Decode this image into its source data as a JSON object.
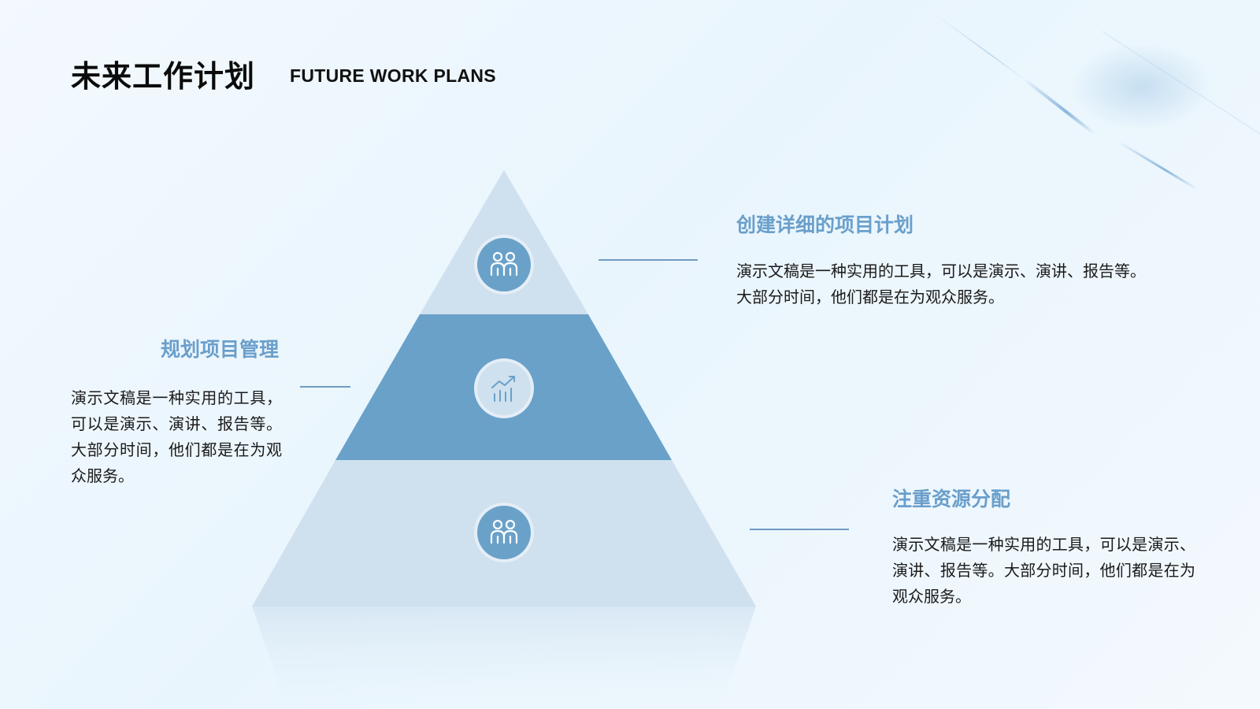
{
  "header": {
    "title_cn": "未来工作计划",
    "title_en": "FUTURE WORK PLANS"
  },
  "pyramid": {
    "levels": [
      {
        "level": "top",
        "icon": "people-icon"
      },
      {
        "level": "middle",
        "icon": "bar-chart-trend-icon"
      },
      {
        "level": "bottom",
        "icon": "people-icon"
      }
    ]
  },
  "blocks": {
    "right_top": {
      "title": "创建详细的项目计划",
      "body": "演示文稿是一种实用的工具，可以是演示、演讲、报告等。大部分时间，他们都是在为观众服务。"
    },
    "left": {
      "title": "规划项目管理",
      "body": "演示文稿是一种实用的工具，可以是演示、演讲、报告等。大部分时间，他们都是在为观众服务。"
    },
    "right_bottom": {
      "title": "注重资源分配",
      "body": "演示文稿是一种实用的工具，可以是演示、演讲、报告等。大部分时间，他们都是在为观众服务。"
    }
  },
  "colors": {
    "accent": "#6a9fcb",
    "pyramid_light": "#cfe0ee",
    "pyramid_dark": "#6aa1c9",
    "connector": "#6f9cc3"
  }
}
